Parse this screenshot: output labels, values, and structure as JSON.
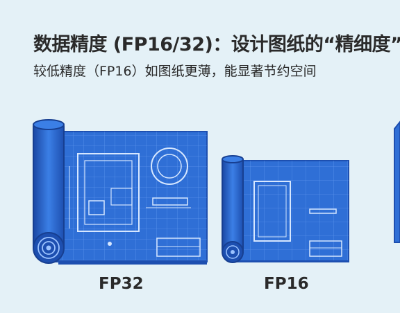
{
  "heading": {
    "title": "数据精度 (FP16/32)：设计图纸的“精细度”",
    "subtitle": "较低精度（FP16）如图纸更薄，能显著节约空间"
  },
  "blueprints": [
    {
      "label": "FP32"
    },
    {
      "label": "FP16"
    }
  ],
  "colors": {
    "background": "#e4f1f7",
    "blueprint_fill": "#2f6fd6",
    "blueprint_dark": "#1d4fb0",
    "line": "#bcd6ff"
  }
}
